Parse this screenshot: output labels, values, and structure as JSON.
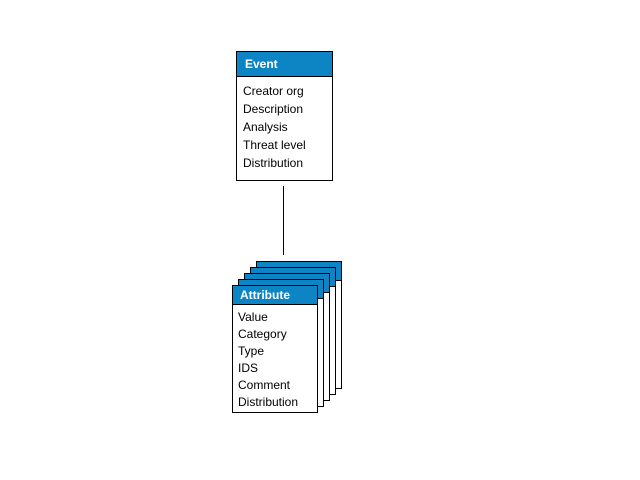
{
  "colors": {
    "header_fill": "#0d85c4",
    "border": "#000000",
    "header_text": "#ffffff",
    "body_text": "#000000",
    "connector": "#000000",
    "canvas_bg": "#ffffff"
  },
  "event": {
    "title": "Event",
    "fields": [
      "Creator org",
      "Description",
      "Analysis",
      "Threat level",
      "Distribution"
    ]
  },
  "attribute": {
    "title": "Attribute",
    "fields": [
      "Value",
      "Category",
      "Type",
      "IDS",
      "Comment",
      "Distribution"
    ],
    "stack_count": 5
  },
  "connector": {
    "from": "Event",
    "to": "Attribute"
  }
}
